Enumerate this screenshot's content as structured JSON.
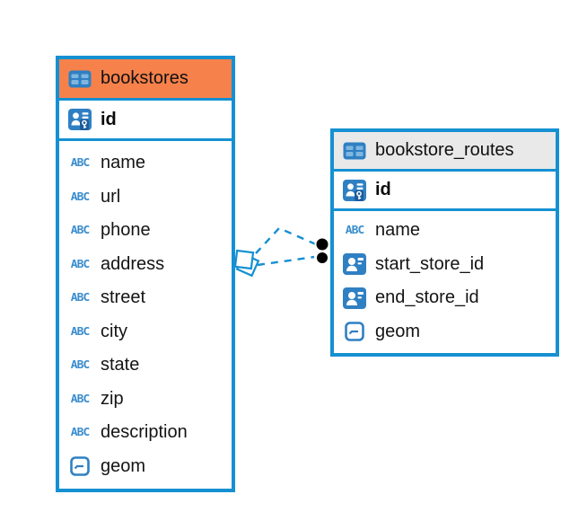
{
  "diagram": {
    "tables": [
      {
        "name": "bookstores",
        "header_color": "#F7814B",
        "primary_key": {
          "name": "id",
          "type": "primary-key"
        },
        "columns": [
          {
            "name": "name",
            "type": "text"
          },
          {
            "name": "url",
            "type": "text"
          },
          {
            "name": "phone",
            "type": "text"
          },
          {
            "name": "address",
            "type": "text"
          },
          {
            "name": "street",
            "type": "text"
          },
          {
            "name": "city",
            "type": "text"
          },
          {
            "name": "state",
            "type": "text"
          },
          {
            "name": "zip",
            "type": "text"
          },
          {
            "name": "description",
            "type": "text"
          },
          {
            "name": "geom",
            "type": "geometry"
          }
        ]
      },
      {
        "name": "bookstore_routes",
        "header_color": "#E9E9E9",
        "primary_key": {
          "name": "id",
          "type": "primary-key"
        },
        "columns": [
          {
            "name": "name",
            "type": "text"
          },
          {
            "name": "start_store_id",
            "type": "reference"
          },
          {
            "name": "end_store_id",
            "type": "reference"
          },
          {
            "name": "geom",
            "type": "geometry"
          }
        ]
      }
    ],
    "relationships": [
      {
        "from_table": "bookstores",
        "to_table": "bookstore_routes",
        "line_style": "dashed",
        "source_marker": "diamond",
        "target_marker": "dot",
        "line_count": 2
      }
    ]
  },
  "icons": {
    "text_type_glyph": "ABC"
  },
  "colors": {
    "background": "#FFFFFF",
    "table_border": "#1590D2",
    "bookstores_header": "#F7814B",
    "routes_header": "#E9E9E9",
    "icon_blue": "#2F80C3",
    "icon_cell_blue": "#7FB6DF",
    "abc_icon_blue": "#3A8DCD",
    "relationship_line": "#1590D2",
    "endpoint_dot": "#000000",
    "text": "#141414"
  }
}
